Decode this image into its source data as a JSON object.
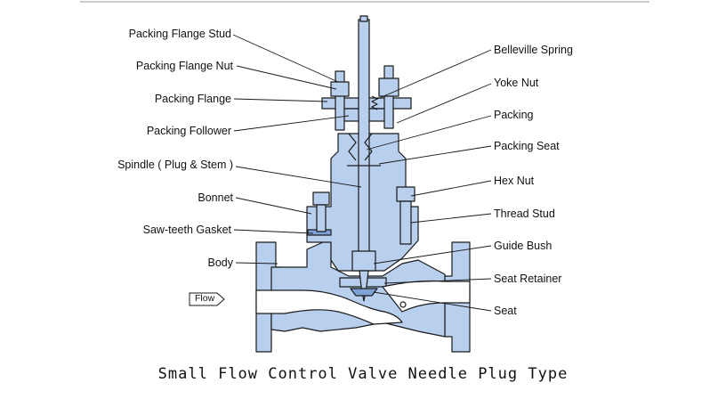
{
  "caption": "Small Flow Control Valve Needle Plug Type",
  "flow_label": "Flow",
  "colors": {
    "fill": "#b8cfee",
    "stroke": "#1a1a1a",
    "top_rule": "#9a9a9a"
  },
  "labels_left": {
    "packing_flange_stud": "Packing Flange Stud",
    "packing_flange_nut": "Packing Flange Nut",
    "packing_flange": "Packing Flange",
    "packing_follower": "Packing Follower",
    "spindle": "Spindle ( Plug & Stem )",
    "bonnet": "Bonnet",
    "saw_teeth_gasket": "Saw-teeth Gasket",
    "body": "Body"
  },
  "labels_right": {
    "belleville_spring": "Belleville Spring",
    "yoke_nut": "Yoke Nut",
    "packing": "Packing",
    "packing_seat": "Packing Seat",
    "hex_nut": "Hex Nut",
    "thread_stud": "Thread Stud",
    "guide_bush": "Guide Bush",
    "seat_retainer": "Seat Retainer",
    "seat": "Seat"
  }
}
